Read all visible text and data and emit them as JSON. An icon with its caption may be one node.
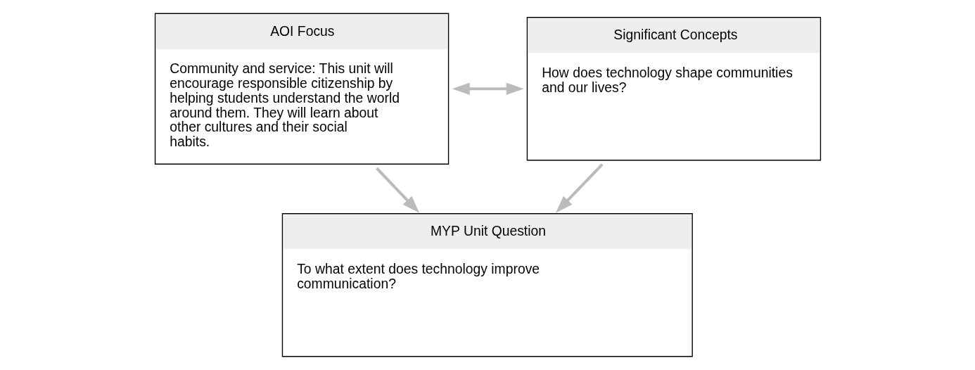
{
  "diagram": {
    "nodes": [
      {
        "text": [
          "AOI Focus",
          "Community and service: This unit will encourage responsible citizenship by helping students understand the world around them. They will learn about other cultures and their social habits."
        ]
      },
      {
        "text": [
          "Significant Concepts",
          "How does technology shape communities and our lives?"
        ]
      },
      {
        "text": [
          "MYP Unit Question",
          "To what extent does technology improve communication?"
        ]
      }
    ],
    "edges": [
      {
        "from": 0,
        "to": 1,
        "arrow": "both"
      },
      {
        "from": 0,
        "to": 2,
        "arrow": "to"
      },
      {
        "from": 1,
        "to": 2,
        "arrow": "to"
      }
    ]
  }
}
